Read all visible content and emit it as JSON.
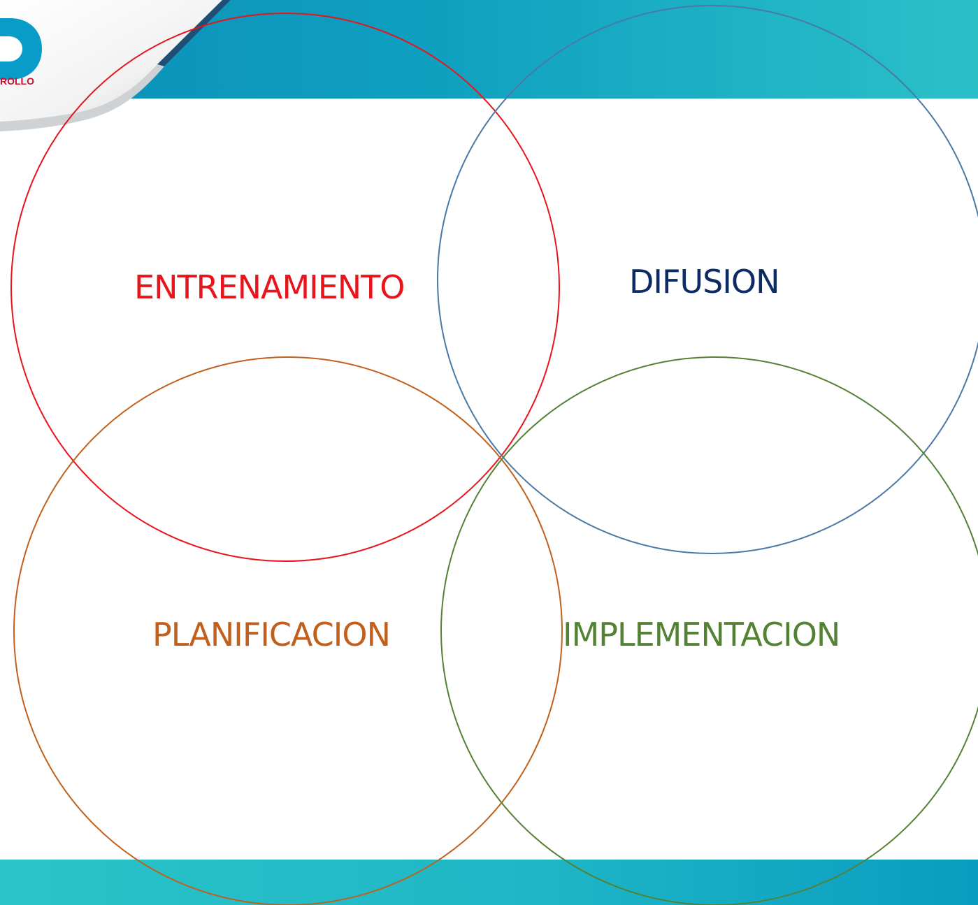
{
  "logo": {
    "text": "ROLLO",
    "letter": "D",
    "accent_color": "#c8102e",
    "brand_color": "#0a9cc8"
  },
  "bands": {
    "top_color": "#0b8fb8",
    "bottom_color": "#2ac4c8"
  },
  "diagram": {
    "circles": [
      {
        "label": "ENTRENAMIENTO",
        "color": "#e8141c"
      },
      {
        "label": "DIFUSION",
        "color": "#4a79a6"
      },
      {
        "label": "PLANIFICACION",
        "color": "#c0601c"
      },
      {
        "label": "IMPLEMENTACION",
        "color": "#548235"
      }
    ],
    "label_colors": {
      "entrenamiento": "#e8141c",
      "difusion": "#0f2b63",
      "planificacion": "#c0601c",
      "implementacion": "#548235"
    }
  }
}
